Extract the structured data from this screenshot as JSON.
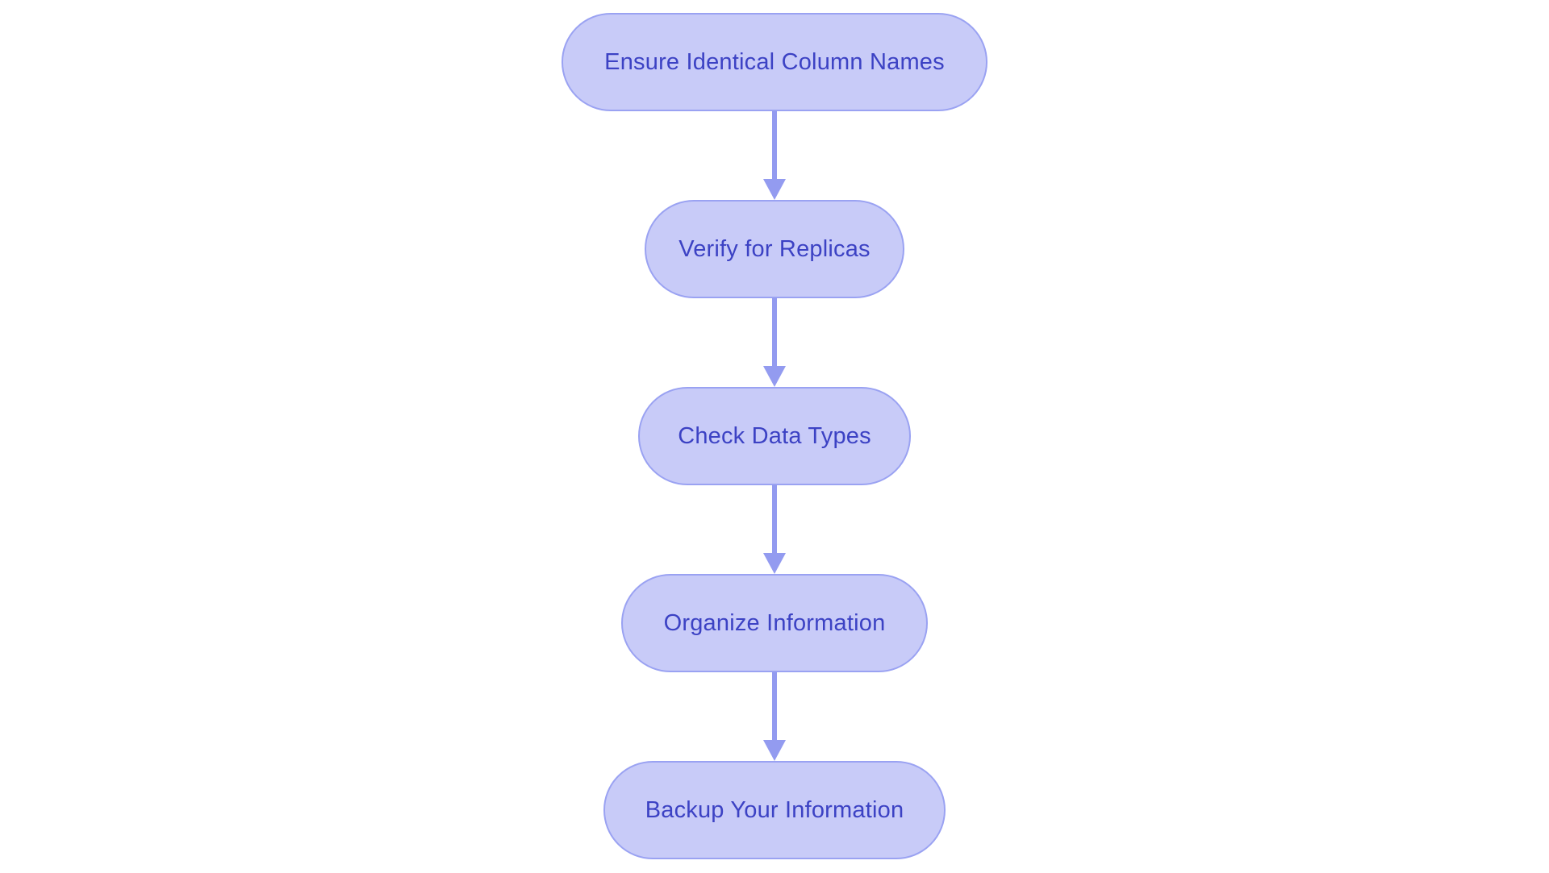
{
  "diagram": {
    "type": "flowchart",
    "direction": "top-down",
    "nodes": [
      {
        "id": 1,
        "label": "Ensure Identical Column Names"
      },
      {
        "id": 2,
        "label": "Verify for Replicas"
      },
      {
        "id": 3,
        "label": "Check Data Types"
      },
      {
        "id": 4,
        "label": "Organize Information"
      },
      {
        "id": 5,
        "label": "Backup Your Information"
      }
    ],
    "edges": [
      {
        "from": 1,
        "to": 2
      },
      {
        "from": 2,
        "to": 3
      },
      {
        "from": 3,
        "to": 4
      },
      {
        "from": 4,
        "to": 5
      }
    ]
  },
  "colors": {
    "background": "#ffffff",
    "node_fill": "#c8cbf8",
    "node_border": "#9aa2f2",
    "node_text": "#3c42c4",
    "arrow": "#939bf0"
  }
}
